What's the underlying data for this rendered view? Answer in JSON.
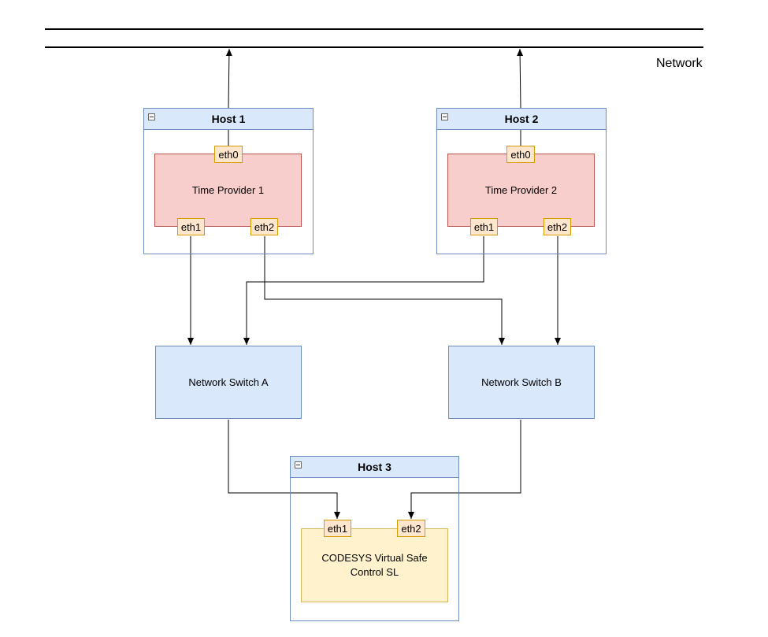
{
  "network": {
    "label": "Network"
  },
  "hosts": [
    {
      "title": "Host 1",
      "vm": "Time Provider 1",
      "ports": {
        "top": "eth0",
        "left": "eth1",
        "right": "eth2"
      }
    },
    {
      "title": "Host 2",
      "vm": "Time Provider 2",
      "ports": {
        "top": "eth0",
        "left": "eth1",
        "right": "eth2"
      }
    },
    {
      "title": "Host 3",
      "vm_line1": "CODESYS Virtual Safe",
      "vm_line2": "Control SL",
      "ports": {
        "left": "eth1",
        "right": "eth2"
      }
    }
  ],
  "switches": {
    "a": "Network Switch A",
    "b": "Network Switch B"
  },
  "colors": {
    "container_fill": "#dae8fc",
    "container_stroke": "#6c8ebf",
    "vm_fill": "#f8cecc",
    "vm_stroke": "#b85450",
    "vm3_fill": "#fff2cc",
    "vm3_stroke": "#d6b656",
    "port_fill": "#ffe6cc",
    "port_stroke": "#d79b00"
  }
}
